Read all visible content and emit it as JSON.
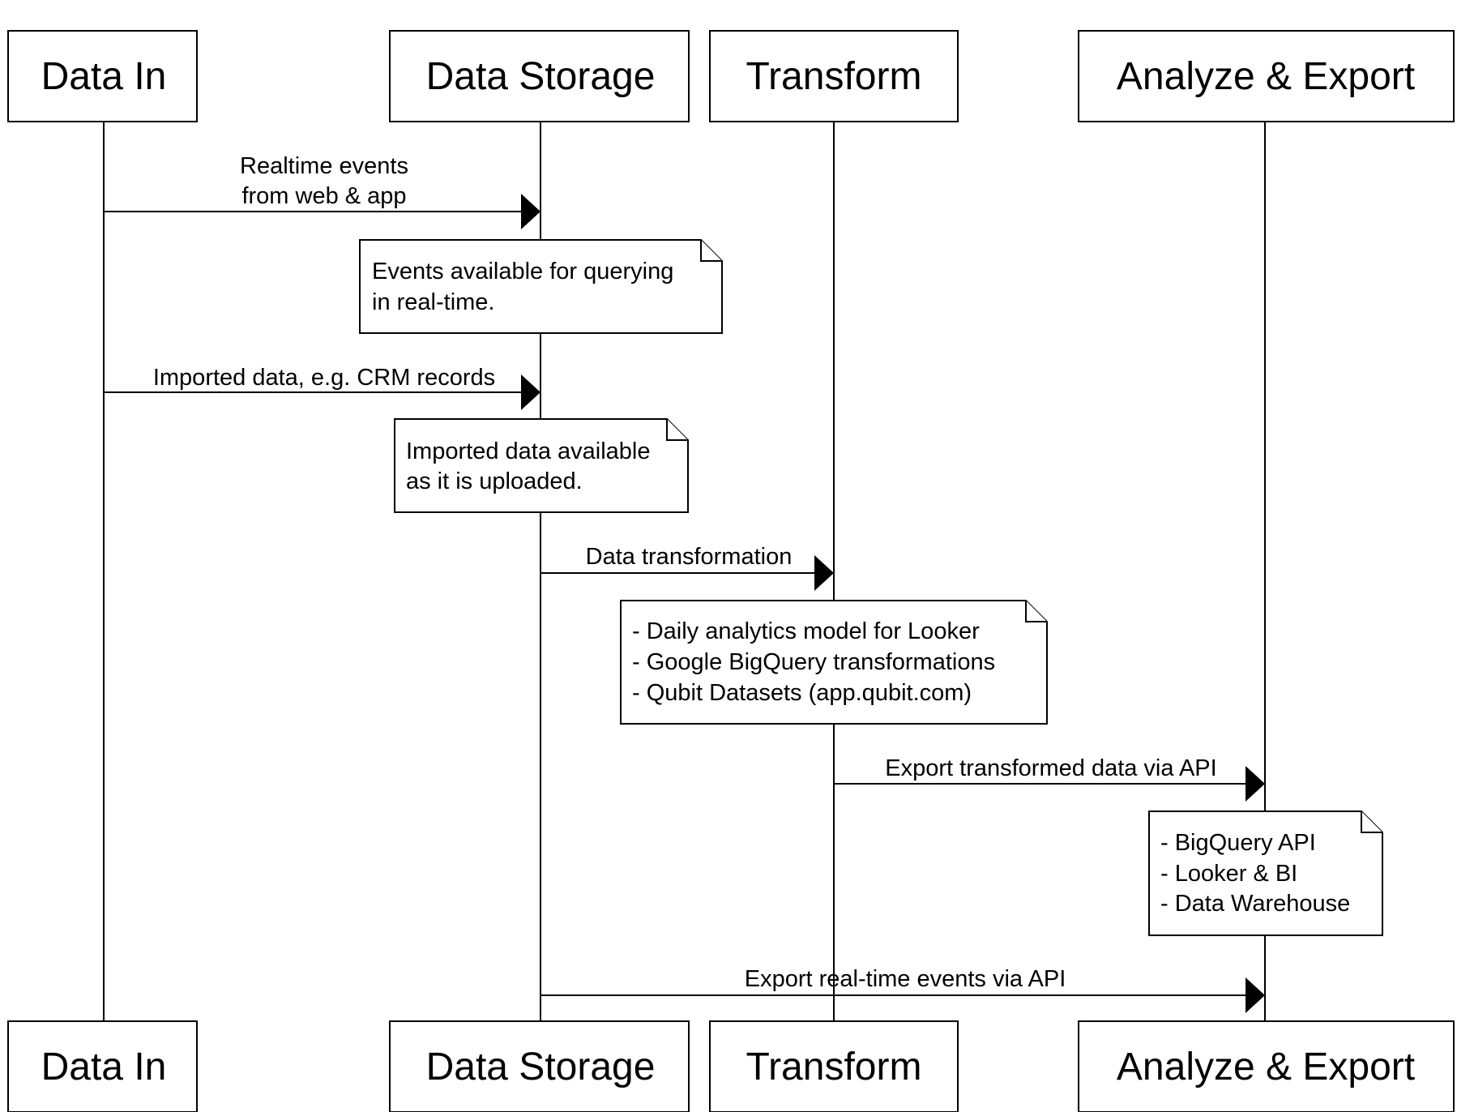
{
  "participants": [
    {
      "id": "data-in",
      "label": "Data In"
    },
    {
      "id": "data-storage",
      "label": "Data Storage"
    },
    {
      "id": "transform",
      "label": "Transform"
    },
    {
      "id": "analyze-export",
      "label": "Analyze & Export"
    }
  ],
  "messages": [
    {
      "from": "Data In",
      "to": "Data Storage",
      "label_lines": [
        "Realtime events",
        "from web & app"
      ]
    },
    {
      "from": "Data In",
      "to": "Data Storage",
      "label_lines": [
        "Imported data, e.g. CRM records"
      ]
    },
    {
      "from": "Data Storage",
      "to": "Transform",
      "label_lines": [
        "Data transformation"
      ]
    },
    {
      "from": "Transform",
      "to": "Analyze & Export",
      "label_lines": [
        "Export transformed data via API"
      ]
    },
    {
      "from": "Data Storage",
      "to": "Analyze & Export",
      "label_lines": [
        "Export real-time events via API"
      ]
    }
  ],
  "notes": [
    {
      "over": "Data Storage",
      "lines": [
        "Events available for querying",
        "in real-time."
      ]
    },
    {
      "over": "Data Storage",
      "lines": [
        "Imported data available",
        "as it is uploaded."
      ]
    },
    {
      "over": "Transform",
      "lines": [
        "- Daily analytics model for Looker",
        "- Google BigQuery transformations",
        "- Qubit Datasets (app.qubit.com)"
      ]
    },
    {
      "over": "Analyze & Export",
      "lines": [
        "- BigQuery API",
        "- Looker & BI",
        "- Data Warehouse"
      ]
    }
  ]
}
